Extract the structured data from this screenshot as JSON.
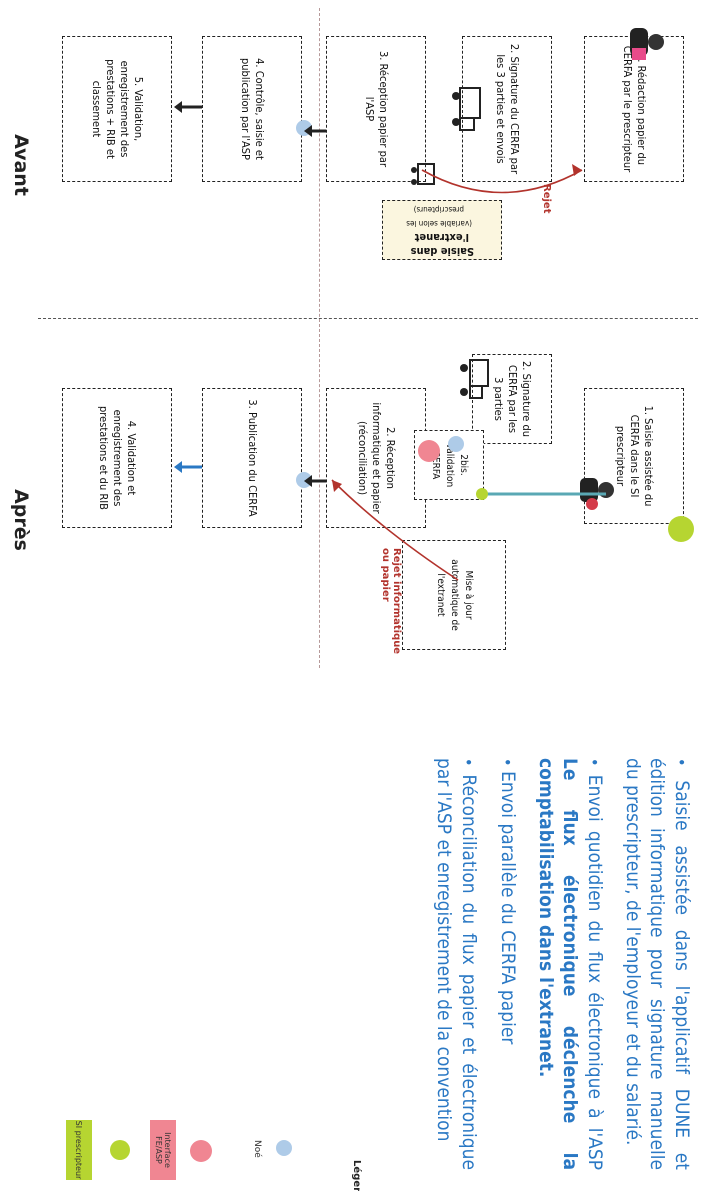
{
  "columns": {
    "before_title": "Avant",
    "after_title": "Après"
  },
  "before_steps": [
    "1. Rédaction papier du CERFA par le prescripteur",
    "2. Signature du CERFA par les 3 parties et envois",
    "3. Réception papier par l'ASP",
    "4. Contrôle, saisie et publication par l'ASP",
    "5. Validation, enregistrement des prestations + RIB et classement"
  ],
  "extranet_box": {
    "title": "Saisie dans l'extranet",
    "subtitle": "(variable selon les prescripteurs)"
  },
  "before_rejet_label": "Rejet",
  "after_steps": [
    "1. Saisie assistée du CERFA dans le SI prescripteur",
    "2. Signature du CERFA par les 3 parties",
    "2. Réception informatique et papier (réconciliation)",
    "3. Publication du CERFA",
    "4. Validation et enregistrement des prestations et du RIB"
  ],
  "after_side_boxes": [
    "2bis. Validation CERFA",
    "Mise à jour automatique de l'extranet"
  ],
  "after_rejet_label": "Rejet informatique ou papier",
  "bullets": [
    {
      "text": "Saisie assistée dans l'applicatif DUNE et édition informatique pour signature manuelle du prescripteur, de l'employeur et du salarié.",
      "bold": ""
    },
    {
      "text": "Envoi quotidien du flux électronique à l'ASP",
      "bold": "Le flux électronique déclenche la comptabilisation dans l'extranet."
    },
    {
      "text": "Envoi parallèle du CERFA papier",
      "bold": ""
    },
    {
      "text": "Réconciliation du flux papier et électronique par l'ASP et enregistrement de la convention",
      "bold": ""
    }
  ],
  "legend": {
    "title": "Légende",
    "si_prescripteur": "SI prescripteur",
    "interface": "Interface FE/ASP",
    "node": "Noé"
  },
  "colors": {
    "green": "#b6d531",
    "pink": "#f08692",
    "blue": "#aecbe8",
    "bullet_text": "#2a78c4",
    "rejet": "#b2332c"
  }
}
